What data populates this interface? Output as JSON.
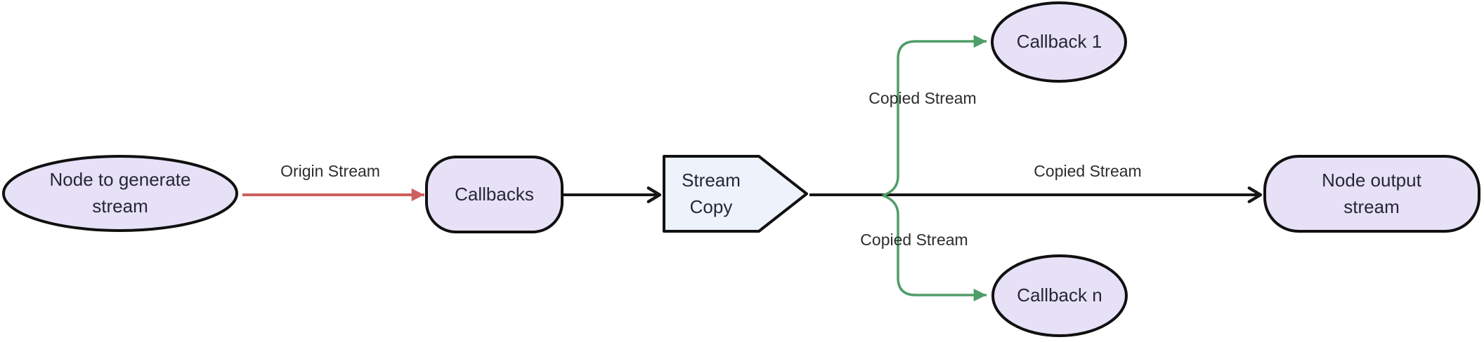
{
  "diagram": {
    "nodes": {
      "source": {
        "label": "Node to generate stream"
      },
      "callbacks": {
        "label": "Callbacks"
      },
      "stream_copy": {
        "label": "Stream Copy"
      },
      "callback_1": {
        "label": "Callback 1"
      },
      "callback_n": {
        "label": "Callback n"
      },
      "output": {
        "label": "Node output stream"
      }
    },
    "edge_labels": {
      "origin": "Origin Stream",
      "copied_top": "Copied Stream",
      "copied_main": "Copied Stream",
      "copied_bottom": "Copied Stream"
    },
    "colors": {
      "node_fill": "#e7e1f7",
      "copy_fill": "#edf2fb",
      "node_border": "#101010",
      "edge_black": "#161616",
      "edge_red": "#cd5f5f",
      "edge_green": "#4f9d68",
      "node_text": "#262636",
      "label_text": "#2d2d2d"
    }
  }
}
